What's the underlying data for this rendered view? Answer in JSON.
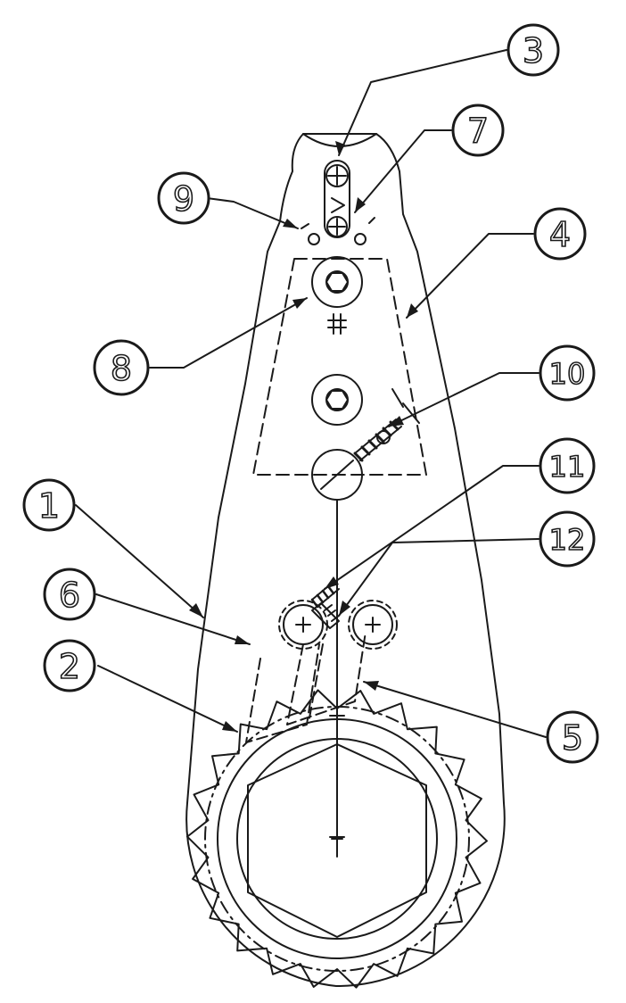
{
  "diagram": {
    "callouts": [
      {
        "id": "1",
        "label": "1"
      },
      {
        "id": "2",
        "label": "2"
      },
      {
        "id": "3",
        "label": "3"
      },
      {
        "id": "4",
        "label": "4"
      },
      {
        "id": "5",
        "label": "5"
      },
      {
        "id": "6",
        "label": "6"
      },
      {
        "id": "7",
        "label": "7"
      },
      {
        "id": "8",
        "label": "8"
      },
      {
        "id": "9",
        "label": "9"
      },
      {
        "id": "10",
        "label": "10"
      },
      {
        "id": "11",
        "label": "11"
      },
      {
        "id": "12",
        "label": "12"
      }
    ],
    "line_color": "#1a1a1a",
    "background": "#ffffff"
  }
}
